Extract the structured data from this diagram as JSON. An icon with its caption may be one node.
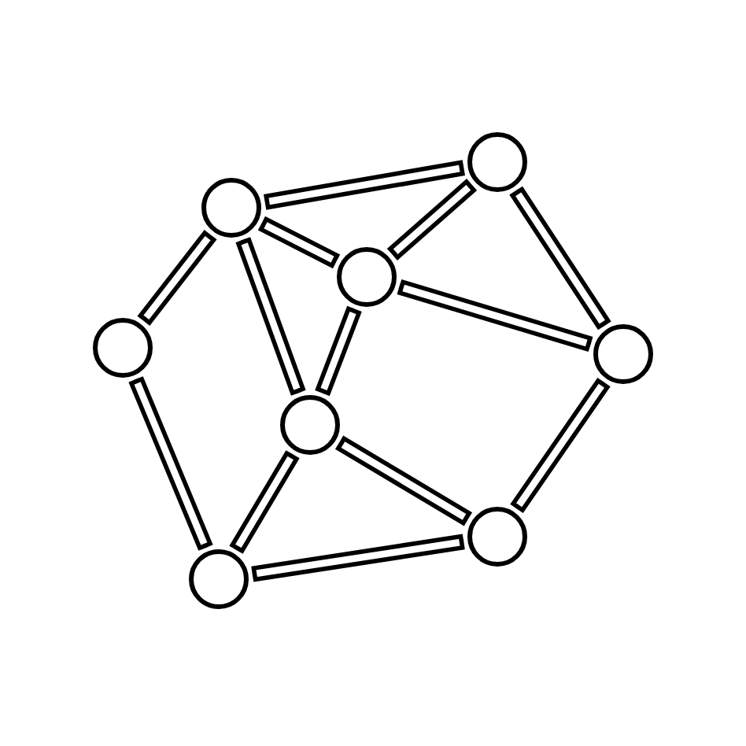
{
  "diagram": {
    "nodes": [
      {
        "text": [],
        "shape": "circle"
      },
      {
        "text": [],
        "shape": "circle"
      },
      {
        "text": [],
        "shape": "circle"
      },
      {
        "text": [],
        "shape": "circle"
      },
      {
        "text": [],
        "shape": "circle"
      },
      {
        "text": [],
        "shape": "circle"
      },
      {
        "text": [],
        "shape": "circle"
      },
      {
        "text": [],
        "shape": "circle"
      }
    ],
    "edges": [
      {
        "from": 1,
        "to": 0,
        "arrow": "none"
      },
      {
        "from": 1,
        "to": 2,
        "arrow": "none"
      },
      {
        "from": 2,
        "to": 0,
        "arrow": "none"
      },
      {
        "from": 1,
        "to": 3,
        "arrow": "none"
      },
      {
        "from": 1,
        "to": 5,
        "arrow": "none"
      },
      {
        "from": 2,
        "to": 5,
        "arrow": "none"
      },
      {
        "from": 2,
        "to": 4,
        "arrow": "none"
      },
      {
        "from": 0,
        "to": 4,
        "arrow": "none"
      },
      {
        "from": 3,
        "to": 7,
        "arrow": "none"
      },
      {
        "from": 5,
        "to": 7,
        "arrow": "none"
      },
      {
        "from": 5,
        "to": 6,
        "arrow": "none"
      },
      {
        "from": 7,
        "to": 6,
        "arrow": "none"
      },
      {
        "from": 4,
        "to": 6,
        "arrow": "none"
      }
    ]
  }
}
